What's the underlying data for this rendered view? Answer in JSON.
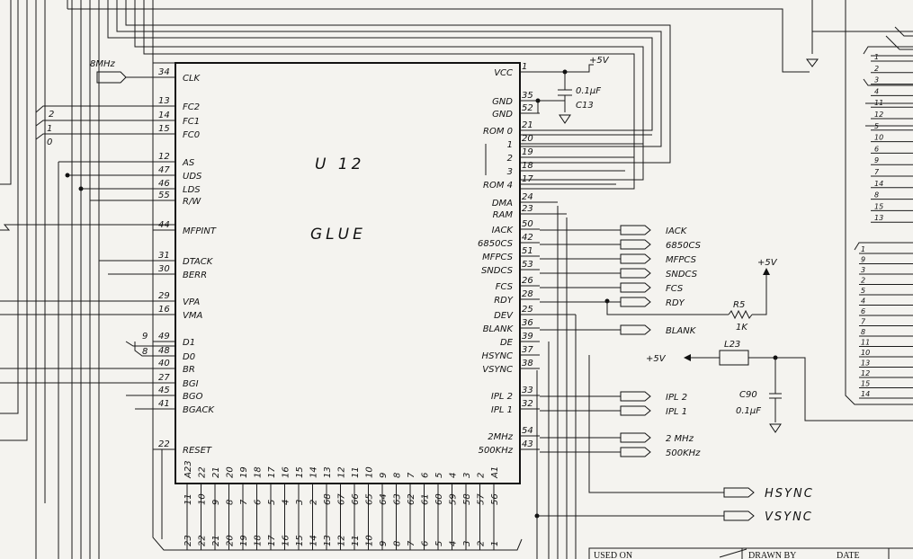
{
  "chip": {
    "ref": "U 12",
    "name": "GLUE",
    "left_pins": [
      {
        "num": "34",
        "name": "CLK"
      },
      {
        "num": "13",
        "name": "FC2"
      },
      {
        "num": "14",
        "name": "FC1"
      },
      {
        "num": "15",
        "name": "FC0"
      },
      {
        "num": "12",
        "name": "AS"
      },
      {
        "num": "47",
        "name": "UDS"
      },
      {
        "num": "46",
        "name": "LDS"
      },
      {
        "num": "55",
        "name": "R/W"
      },
      {
        "num": "44",
        "name": "MFPINT"
      },
      {
        "num": "31",
        "name": "DTACK"
      },
      {
        "num": "30",
        "name": "BERR"
      },
      {
        "num": "29",
        "name": "VPA"
      },
      {
        "num": "16",
        "name": "VMA"
      },
      {
        "num": "49",
        "name": "D1"
      },
      {
        "num": "48",
        "name": "D0"
      },
      {
        "num": "40",
        "name": "BR"
      },
      {
        "num": "27",
        "name": "BGI"
      },
      {
        "num": "45",
        "name": "BGO"
      },
      {
        "num": "41",
        "name": "BGACK"
      },
      {
        "num": "22",
        "name": "RESET"
      }
    ],
    "right_pins": [
      {
        "num": "1",
        "name": "VCC"
      },
      {
        "num": "35",
        "name": "GND"
      },
      {
        "num": "52",
        "name": "GND"
      },
      {
        "num": "21",
        "name": "ROM 0"
      },
      {
        "num": "20",
        "name": "1"
      },
      {
        "num": "19",
        "name": "2"
      },
      {
        "num": "18",
        "name": "3"
      },
      {
        "num": "17",
        "name": "ROM 4"
      },
      {
        "num": "24",
        "name": "DMA"
      },
      {
        "num": "23",
        "name": "RAM"
      },
      {
        "num": "50",
        "name": "IACK"
      },
      {
        "num": "42",
        "name": "6850CS"
      },
      {
        "num": "51",
        "name": "MFPCS"
      },
      {
        "num": "53",
        "name": "SNDCS"
      },
      {
        "num": "26",
        "name": "FCS"
      },
      {
        "num": "28",
        "name": "RDY"
      },
      {
        "num": "25",
        "name": "DEV"
      },
      {
        "num": "36",
        "name": "BLANK"
      },
      {
        "num": "39",
        "name": "DE"
      },
      {
        "num": "37",
        "name": "HSYNC"
      },
      {
        "num": "38",
        "name": "VSYNC"
      },
      {
        "num": "33",
        "name": "IPL 2"
      },
      {
        "num": "32",
        "name": "IPL 1"
      },
      {
        "num": "54",
        "name": "2MHz"
      },
      {
        "num": "43",
        "name": "500KHz"
      }
    ],
    "bottom_labels": [
      "A23",
      "22",
      "21",
      "20",
      "19",
      "18",
      "17",
      "16",
      "15",
      "14",
      "13",
      "12",
      "11",
      "10",
      "9",
      "8",
      "7",
      "6",
      "5",
      "4",
      "3",
      "2",
      "A1"
    ],
    "bottom_pins": [
      "11",
      "10",
      "9",
      "8",
      "7",
      "6",
      "5",
      "4",
      "3",
      "2",
      "68",
      "67",
      "66",
      "65",
      "64",
      "63",
      "62",
      "61",
      "60",
      "59",
      "58",
      "57",
      "56"
    ]
  },
  "nets": {
    "clock_in": "8MHz",
    "fc_numbers": [
      "2",
      "1",
      "0"
    ],
    "d_numbers": [
      "9",
      "8"
    ],
    "bottom_bus_numbers": [
      "23",
      "22",
      "21",
      "20",
      "19",
      "18",
      "17",
      "16",
      "15",
      "14",
      "13",
      "12",
      "11",
      "10",
      "9",
      "8",
      "7",
      "6",
      "5",
      "4",
      "3",
      "2",
      "1"
    ]
  },
  "outputs": [
    {
      "label": "IACK"
    },
    {
      "label": "6850CS"
    },
    {
      "label": "MFPCS"
    },
    {
      "label": "SNDCS"
    },
    {
      "label": "FCS"
    },
    {
      "label": "RDY"
    },
    {
      "label": "BLANK"
    },
    {
      "label": "IPL 2"
    },
    {
      "label": "IPL 1"
    },
    {
      "label": "2 MHz"
    },
    {
      "label": "500KHz"
    },
    {
      "label": "HSYNC"
    },
    {
      "label": "VSYNC"
    }
  ],
  "power": {
    "vcc_label": "+5V",
    "c13_value": "0.1µF",
    "c13_ref": "C13",
    "r5_ref": "R5",
    "r5_value": "1K",
    "r5_supply": "+5V",
    "l23_ref": "L23",
    "l23_supply": "+5V",
    "c90_ref": "C90",
    "c90_value": "0.1µF"
  },
  "bus_right_numbers": [
    "1",
    "2",
    "3",
    "4",
    "11",
    "12",
    "5",
    "10",
    "6",
    "9",
    "7",
    "14",
    "8",
    "15",
    "13"
  ],
  "bus_right2_numbers": [
    "1",
    "9",
    "3",
    "2",
    "5",
    "4",
    "6",
    "7",
    "8",
    "11",
    "10",
    "13",
    "12",
    "15",
    "14"
  ],
  "title_block": {
    "used_on": "USED ON",
    "drawn_by": "DRAWN BY",
    "date": "DATE"
  }
}
